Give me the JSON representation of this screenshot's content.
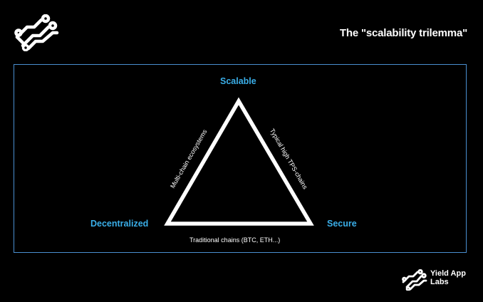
{
  "header": {
    "title": "The \"scalability trilemma\""
  },
  "brand": {
    "line1": "Yield App",
    "line2": "Labs"
  },
  "diagram": {
    "vertices": {
      "top": "Scalable",
      "left": "Decentralized",
      "right": "Secure"
    },
    "edges": {
      "left": "Multi-chain ecosystems",
      "right": "Typical high TPS-chains",
      "bottom": "Traditional chains (BTC, ETH...)"
    }
  },
  "colors": {
    "accent": "#3aaee8",
    "background": "#000000",
    "text": "#ffffff",
    "frame": "#4a8fd0"
  },
  "icons": {
    "logo": "circuit-logo-icon"
  }
}
